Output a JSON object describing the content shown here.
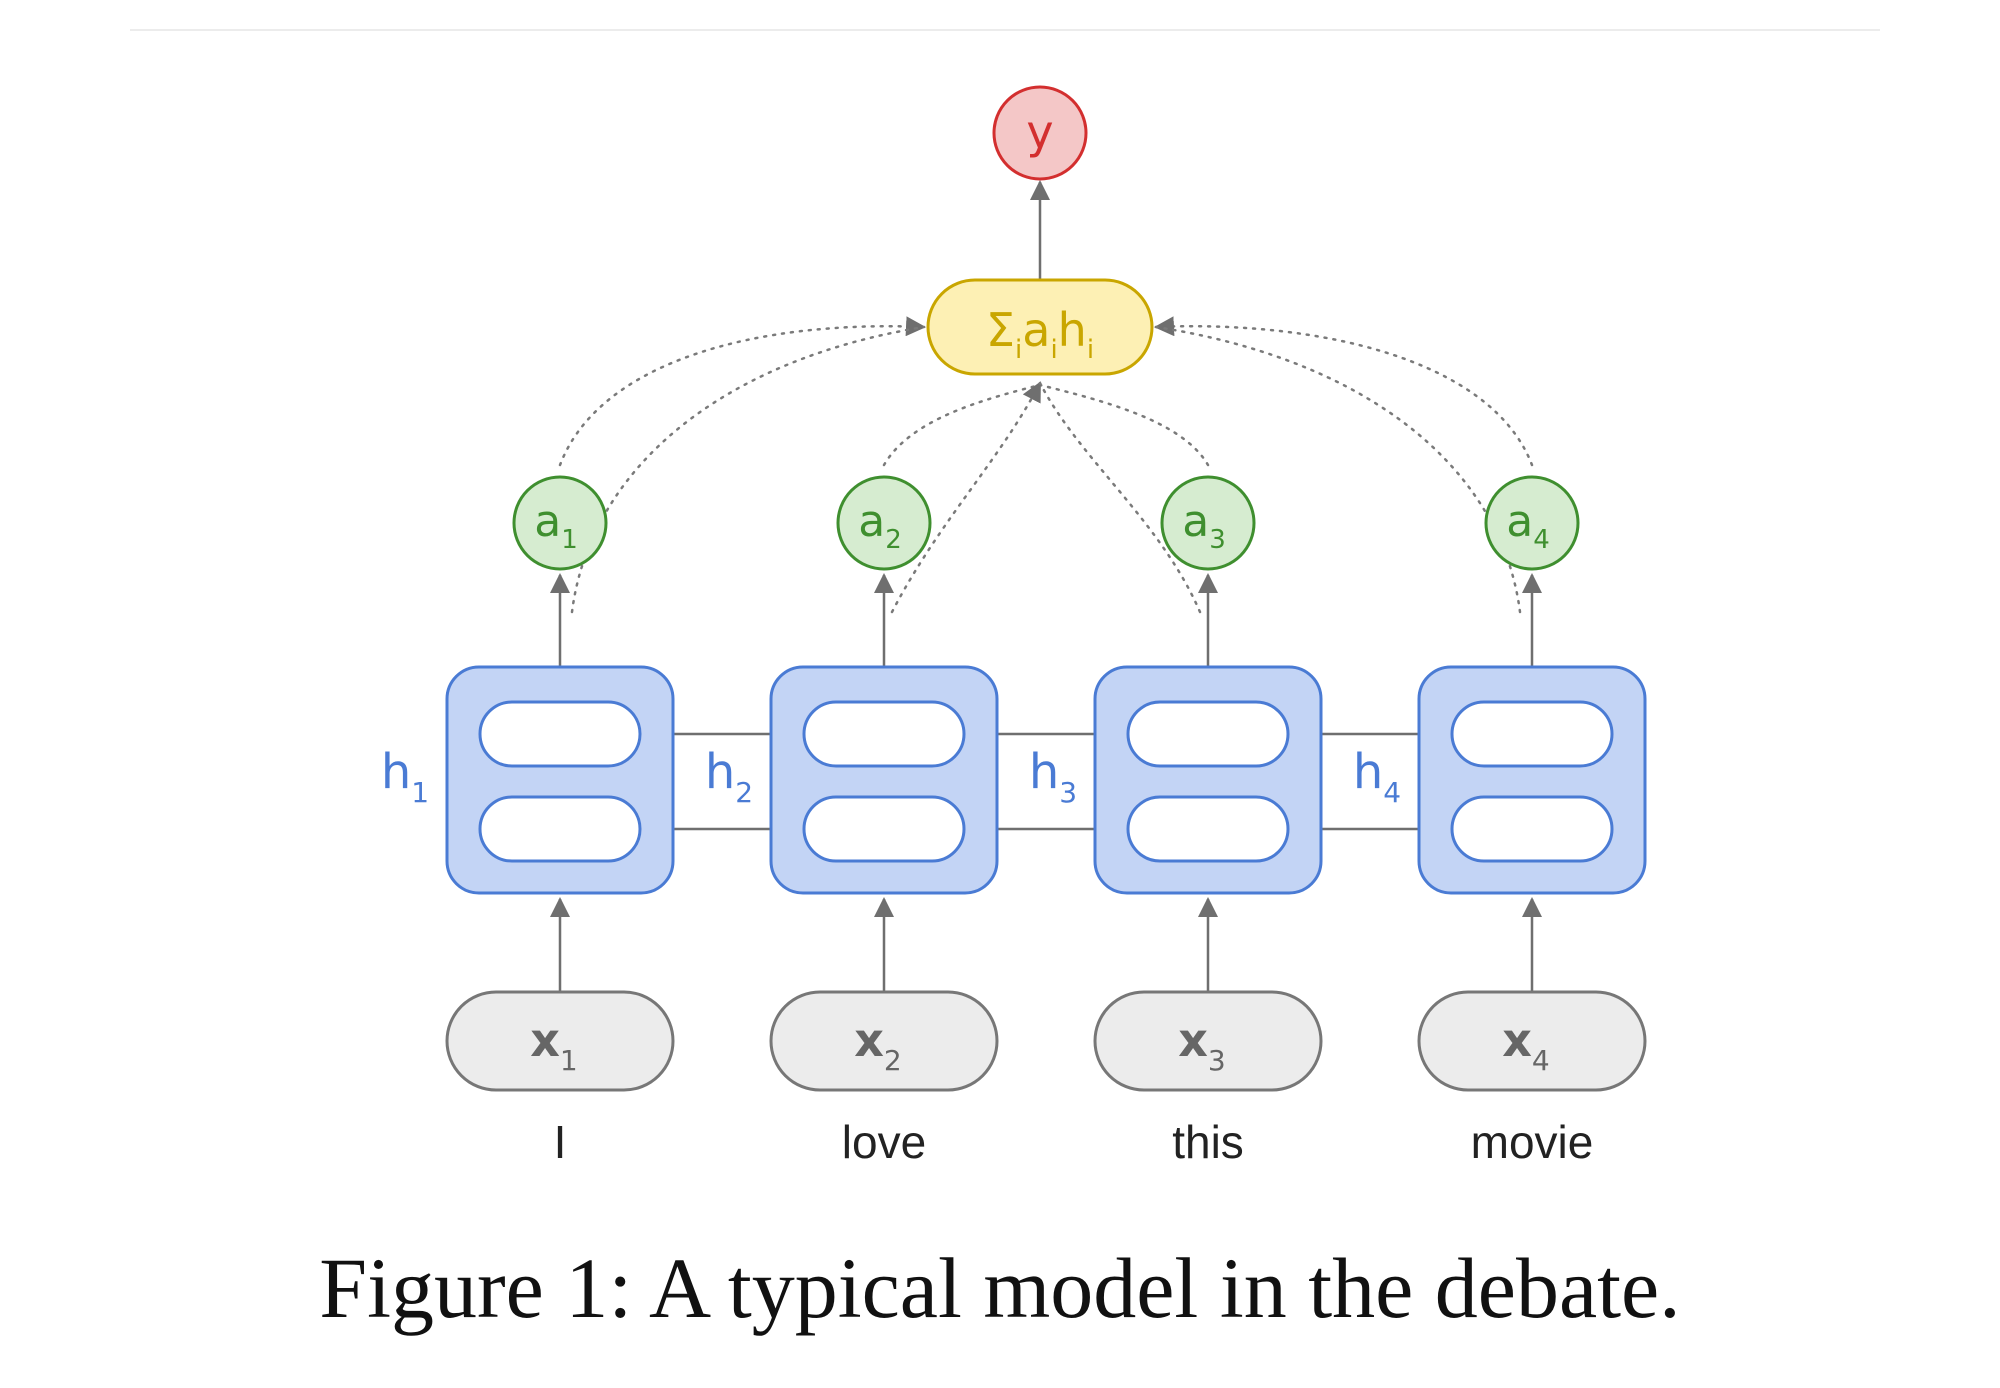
{
  "caption": "Figure 1: A typical model in the debate.",
  "output": {
    "label": "y",
    "color": "#d32f2f",
    "fill": "#f4c7c7"
  },
  "aggregator": {
    "sum": "Σ",
    "sub_i": "i",
    "a": "a",
    "h": "h",
    "color": "#c9a600",
    "fill": "#fdf0b4"
  },
  "colors": {
    "hidden_stroke": "#4a7bd4",
    "hidden_fill": "#c3d4f5",
    "attention_stroke": "#3f8f2f",
    "attention_fill": "#d6ecd0",
    "input_stroke": "#777777",
    "input_fill": "#ececec",
    "arrow": "#6f6f6f"
  },
  "timesteps": [
    {
      "x_label": "x",
      "x_sub": "1",
      "h_label": "h",
      "h_sub": "1",
      "a_label": "a",
      "a_sub": "1",
      "word": "I"
    },
    {
      "x_label": "x",
      "x_sub": "2",
      "h_label": "h",
      "h_sub": "2",
      "a_label": "a",
      "a_sub": "2",
      "word": "love"
    },
    {
      "x_label": "x",
      "x_sub": "3",
      "h_label": "h",
      "h_sub": "3",
      "a_label": "a",
      "a_sub": "3",
      "word": "this"
    },
    {
      "x_label": "x",
      "x_sub": "4",
      "h_label": "h",
      "h_sub": "4",
      "a_label": "a",
      "a_sub": "4",
      "word": "movie"
    }
  ]
}
